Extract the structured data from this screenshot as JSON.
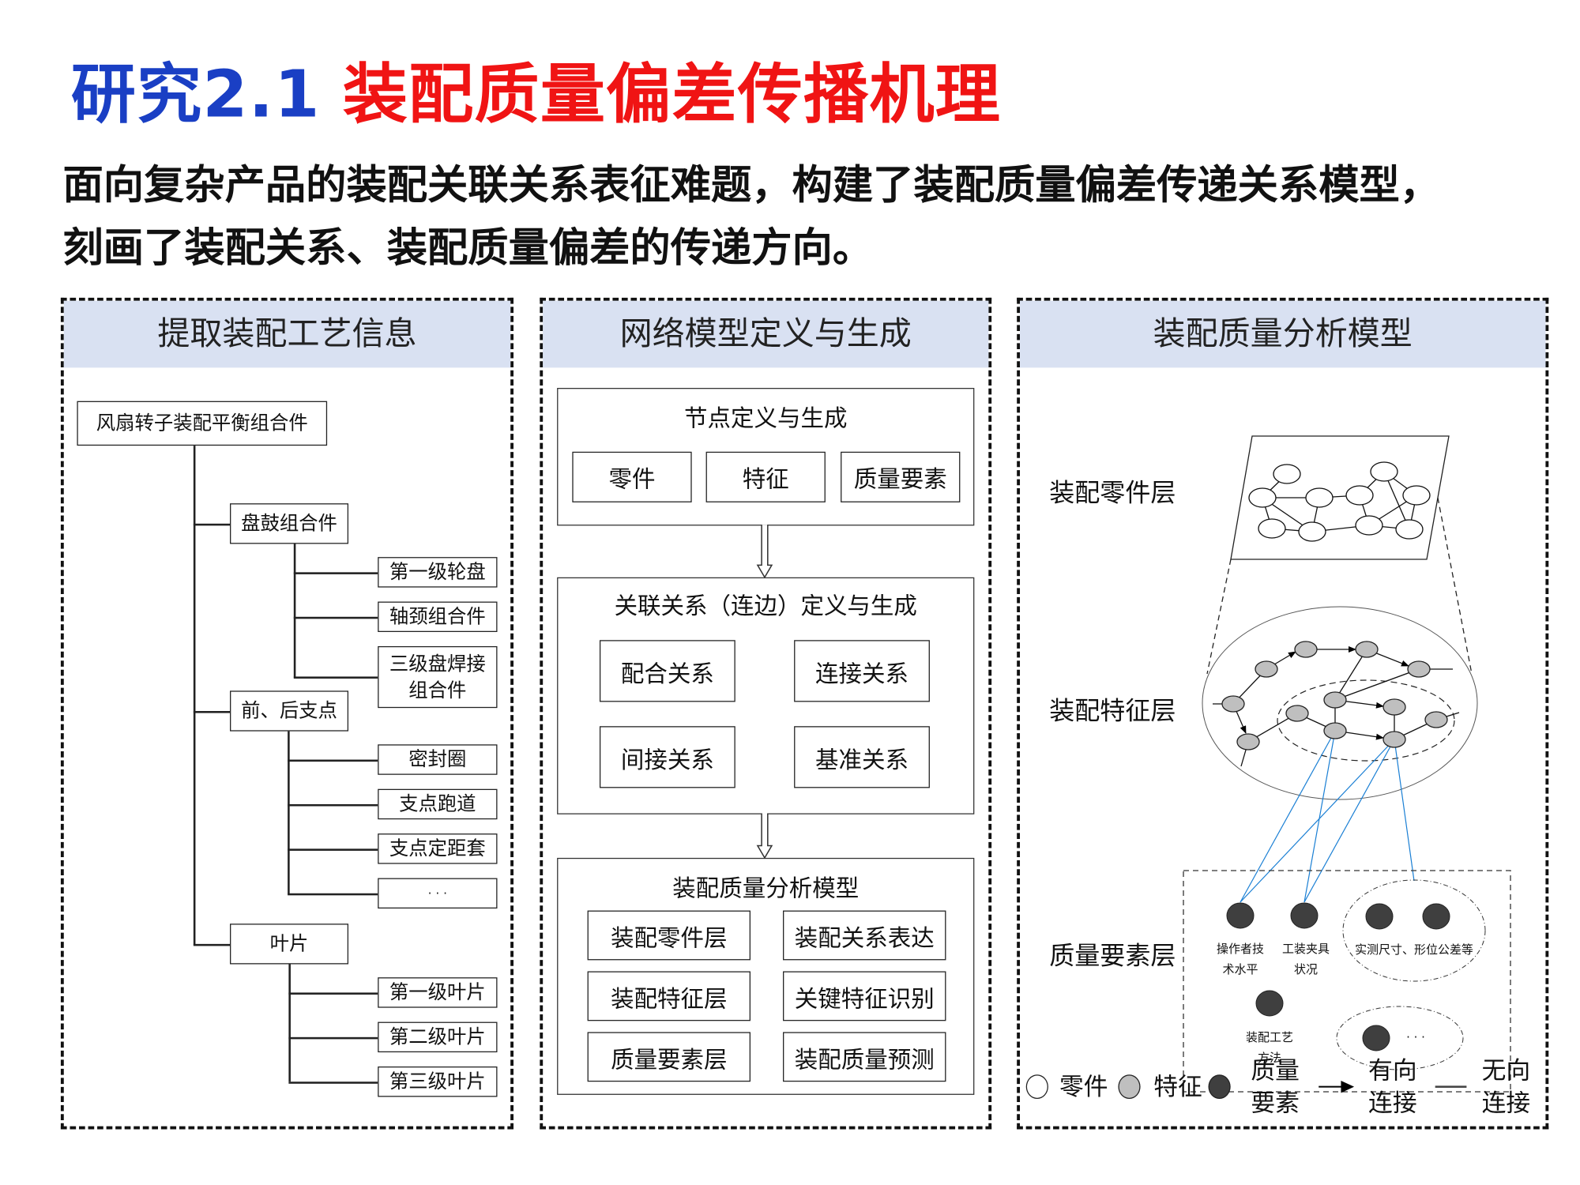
{
  "title": {
    "prefix": "研究2.1",
    "main": "装配质量偏差传播机理"
  },
  "subtitle": {
    "line1": "面向复杂产品的装配关联关系表征难题，构建了装配质量偏差传递关系模型，",
    "line2": "刻画了装配关系、装配质量偏差的传递方向。"
  },
  "colors": {
    "title_blue": "#1a3fc4",
    "title_red": "#f01414",
    "header_bg": "#d9e1f2",
    "link_blue": "#1a7fd4"
  },
  "left_panel": {
    "header": "提取装配工艺信息",
    "root": "风扇转子装配平衡组合件",
    "groups": [
      {
        "label": "盘鼓组合件",
        "children": [
          "第一级轮盘",
          "轴颈组合件",
          "三级盘焊接组合件"
        ]
      },
      {
        "label": "前、后支点",
        "children": [
          "密封圈",
          "支点跑道",
          "支点定距套",
          "· · ·"
        ]
      },
      {
        "label": "叶片",
        "children": [
          "第一级叶片",
          "第二级叶片",
          "第三级叶片"
        ]
      }
    ],
    "split_label": [
      "三级盘焊接",
      "组合件"
    ]
  },
  "middle_panel": {
    "header": "网络模型定义与生成",
    "sections": [
      {
        "title": "节点定义与生成",
        "items": [
          "零件",
          "特征",
          "质量要素"
        ]
      },
      {
        "title": "关联关系（连边）定义与生成",
        "items": [
          "配合关系",
          "连接关系",
          "间接关系",
          "基准关系"
        ]
      },
      {
        "title": "装配质量分析模型",
        "items": [
          "装配零件层",
          "装配关系表达",
          "装配特征层",
          "关键特征识别",
          "质量要素层",
          "装配质量预测"
        ]
      }
    ]
  },
  "right_panel": {
    "header": "装配质量分析模型",
    "layers": [
      "装配零件层",
      "装配特征层",
      "质量要素层"
    ],
    "quality_labels": {
      "operator": [
        "操作者技",
        "术水平"
      ],
      "fixture": [
        "工装夹具",
        "状况"
      ],
      "measured": "实测尺寸、形位公差等",
      "process": [
        "装配工艺",
        "方法"
      ],
      "more": "· · ·"
    },
    "legend": {
      "part": "零件",
      "feature": "特征",
      "quality": [
        "质量",
        "要素"
      ],
      "directed": [
        "有向",
        "连接"
      ],
      "undirected": [
        "无向",
        "连接"
      ]
    }
  }
}
